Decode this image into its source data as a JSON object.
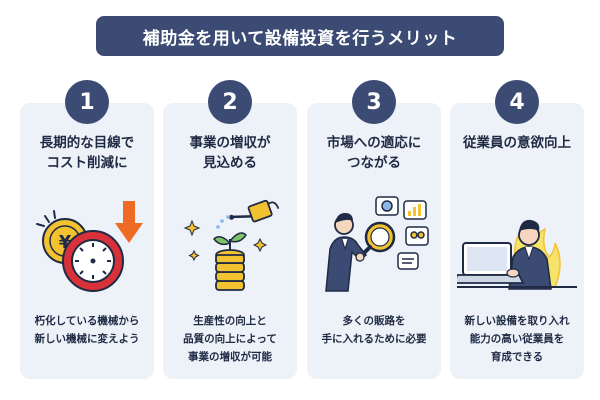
{
  "title": "補助金を用いて設備投資を行うメリット",
  "cards": [
    {
      "number": "1",
      "heading": "長期的な目線で\nコスト削減に",
      "description": "朽化している機械から\n新しい機械に変えよう",
      "illustration": "coin-clock-down-arrow-icon"
    },
    {
      "number": "2",
      "heading": "事業の増収が\n見込める",
      "description": "生産性の向上と\n品質の向上によって\n事業の増収が可能",
      "illustration": "coin-stack-sprout-icon"
    },
    {
      "number": "3",
      "heading": "市場への適応に\nつながる",
      "description": "多くの販路を\n手に入れるために必要",
      "illustration": "businessman-magnifier-icon"
    },
    {
      "number": "4",
      "heading": "従業員の意欲向上",
      "description": "新しい設備を取り入れ\n能力の高い従業員を\n育成できる",
      "illustration": "motivated-worker-laptop-icon"
    }
  ],
  "colors": {
    "navy": "#3b4b73",
    "card_bg": "#edf1f8",
    "gold": "#f2c230",
    "red": "#d8313a",
    "orange": "#ef6a25"
  }
}
